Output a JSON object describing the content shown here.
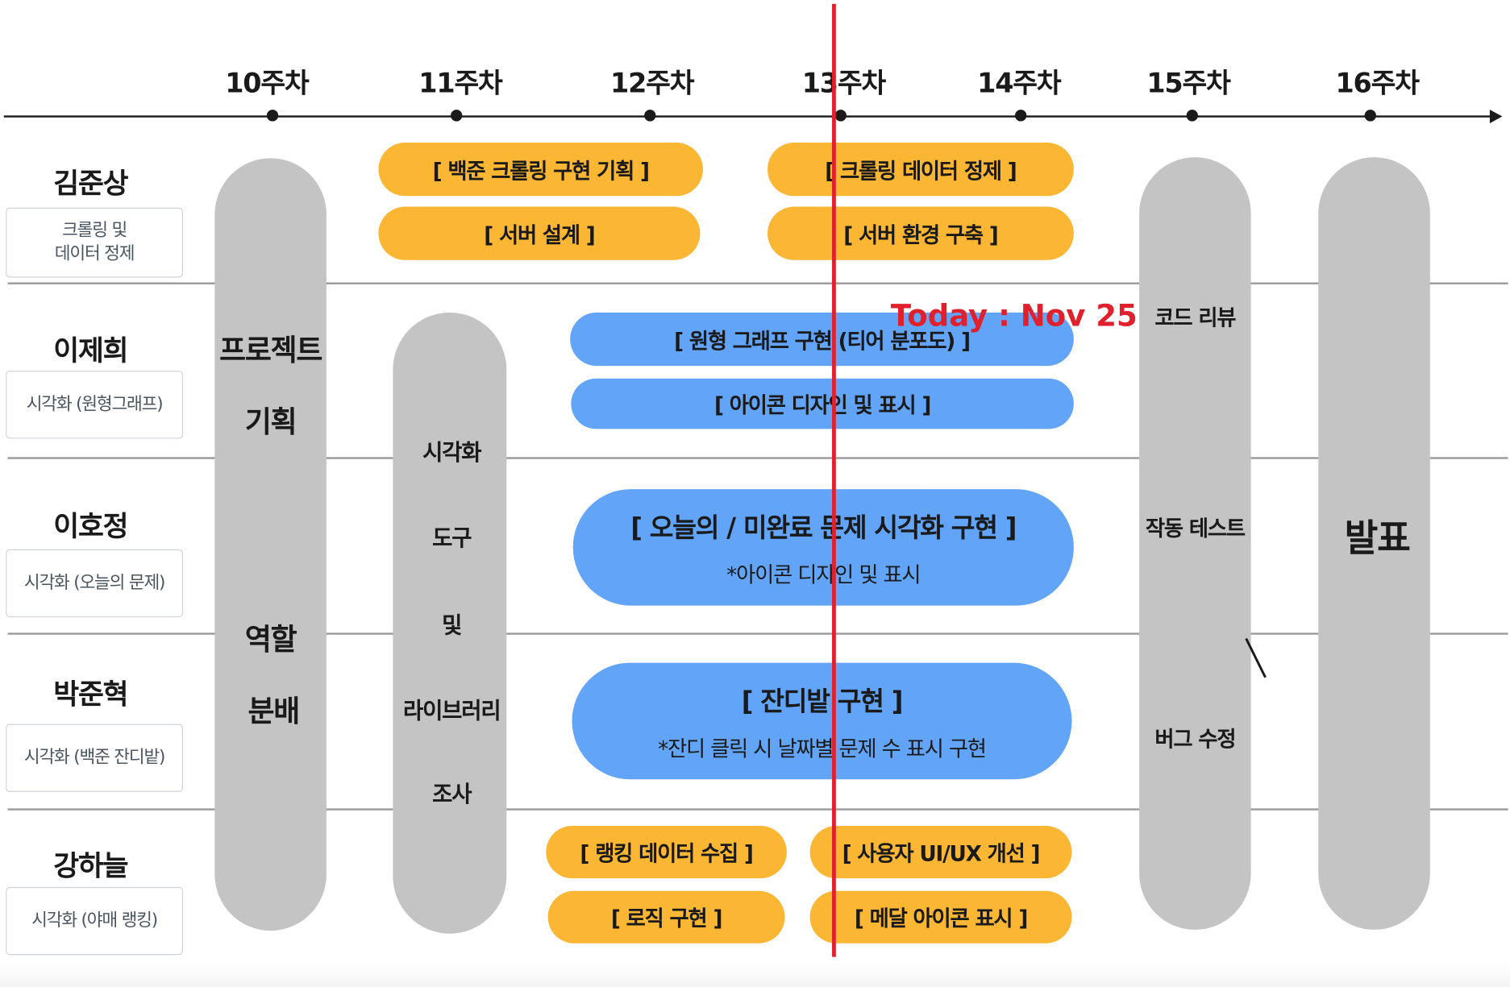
{
  "weeks": [
    "10주차",
    "11주차",
    "12주차",
    "13주차",
    "14주차",
    "15주차",
    "16주차"
  ],
  "people": [
    {
      "name": "김준상",
      "role": "크롤링 및\n데이터 정제"
    },
    {
      "name": "이제희",
      "role": "시각화 (원형그래프)"
    },
    {
      "name": "이호정",
      "role": "시각화 (오늘의 문제)"
    },
    {
      "name": "박준혁",
      "role": "시각화 (백준 잔디밭)"
    },
    {
      "name": "강하늘",
      "role": "시각화 (야매 랭킹)"
    }
  ],
  "columns": {
    "week10": [
      "프로젝트",
      "기획",
      "역할",
      "분배"
    ],
    "week11": [
      "시각화",
      "도구",
      "및",
      "라이브러리",
      "조사"
    ],
    "week15": [
      "코드 리뷰",
      "작동 테스트",
      "버그 수정"
    ],
    "week16": [
      "발표"
    ]
  },
  "tasks": {
    "kim": [
      "[ 백준 크롤링 구현 기획 ]",
      "[ 서버 설계 ]",
      "[ 크롤링 데이터 정제 ]",
      "[ 서버 환경 구축 ]"
    ],
    "lee_jh": [
      "[ 원형 그래프 구현 (티어 분포도) ]",
      "[ 아이콘 디자인 및 표시 ]"
    ],
    "lee_ho": {
      "title": "[ 오늘의 / 미완료 문제  시각화 구현 ]",
      "sub": "*아이콘 디자인 및 표시"
    },
    "park": {
      "title": "[ 잔디밭 구현 ]",
      "sub": "*잔디 클릭 시 날짜별 문제 수 표시 구현"
    },
    "kang": [
      "[ 랭킹 데이터 수집 ]",
      "[ 로직 구현 ]",
      "[ 사용자 UI/UX 개선 ]",
      "[ 메달 아이콘 표시 ]"
    ]
  },
  "today": "Today : Nov 25",
  "colors": {
    "orange": "#fbb634",
    "blue": "#62a4f8",
    "gray": "#c4c4c4",
    "today": "#e0202c"
  }
}
